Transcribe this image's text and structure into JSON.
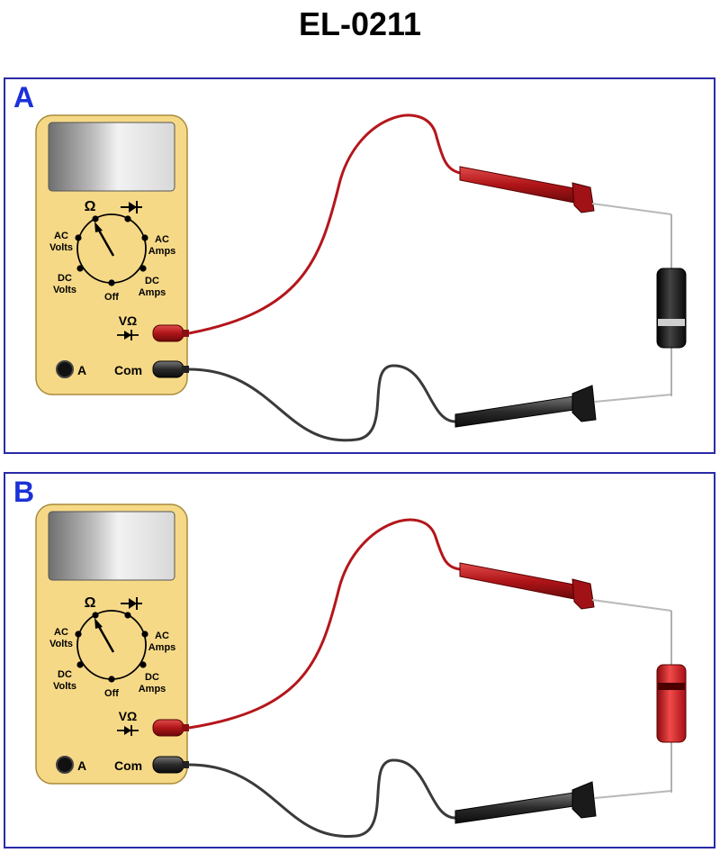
{
  "title": "EL-0211",
  "colors": {
    "frame": "#2a2aa8",
    "panel_label": "#1c31d8",
    "meter_body": "#f6d987",
    "red_lead": "#b4161b",
    "black_lead": "#2b2b2b"
  },
  "meter": {
    "dial_labels": {
      "ohm": "Ω",
      "ac_volts_1": "AC",
      "ac_volts_2": "Volts",
      "ac_amps_1": "AC",
      "ac_amps_2": "Amps",
      "dc_volts_1": "DC",
      "dc_volts_2": "Volts",
      "dc_amps_1": "DC",
      "dc_amps_2": "Amps",
      "off": "Off"
    },
    "jack_labels": {
      "v_ohm": "VΩ",
      "amps": "A",
      "com": "Com"
    },
    "icons": [
      "diode-symbol-icon",
      "lcd-display"
    ]
  },
  "panels": [
    {
      "label": "A",
      "diode_body_color": "#1a1a1a",
      "diode_band_color": "#cfcfcf"
    },
    {
      "label": "B",
      "diode_body_color": "#c8161d",
      "diode_band_color": "#4a0000"
    }
  ]
}
